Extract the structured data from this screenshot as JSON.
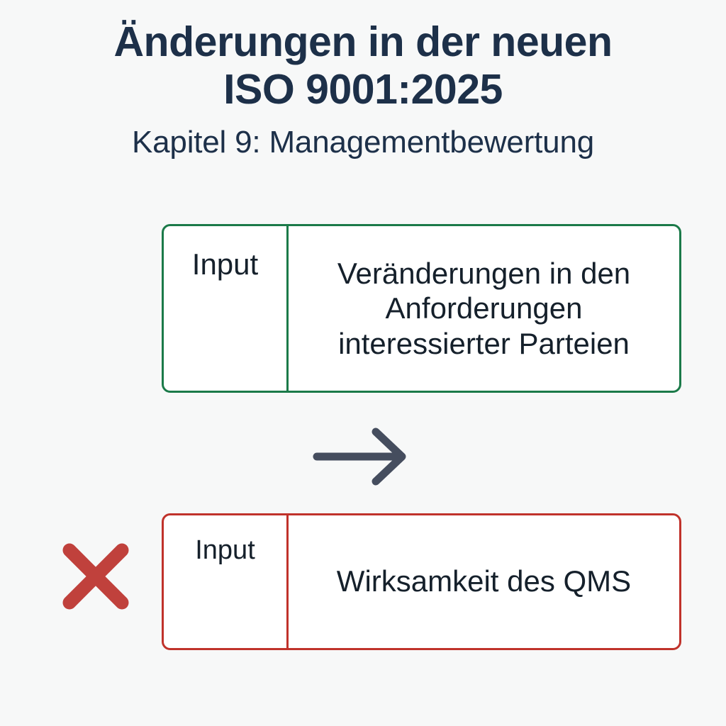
{
  "page": {
    "background_color": "#f7f8f8",
    "heading_color": "#1d3049",
    "body_text_color": "#15202b"
  },
  "header": {
    "title": "Änderungen in der neuen\nISO 9001:2025",
    "subtitle": "Kapitel 9: Managementbewertung"
  },
  "diagram": {
    "new_box": {
      "status": "new",
      "border_color": "#1b7a49",
      "label": "Input",
      "text": "Veränderungen in den\nAnforderungen\ninteressierter Parteien"
    },
    "arrow": {
      "icon": "arrow-right-icon",
      "color": "#454d5e",
      "direction": "right"
    },
    "old_box": {
      "status": "removed",
      "border_color": "#c0322b",
      "label": "Input",
      "text": "Wirksamkeit des QMS"
    },
    "removed_marker": {
      "icon": "x-cross-icon",
      "color": "#c0413c"
    }
  }
}
